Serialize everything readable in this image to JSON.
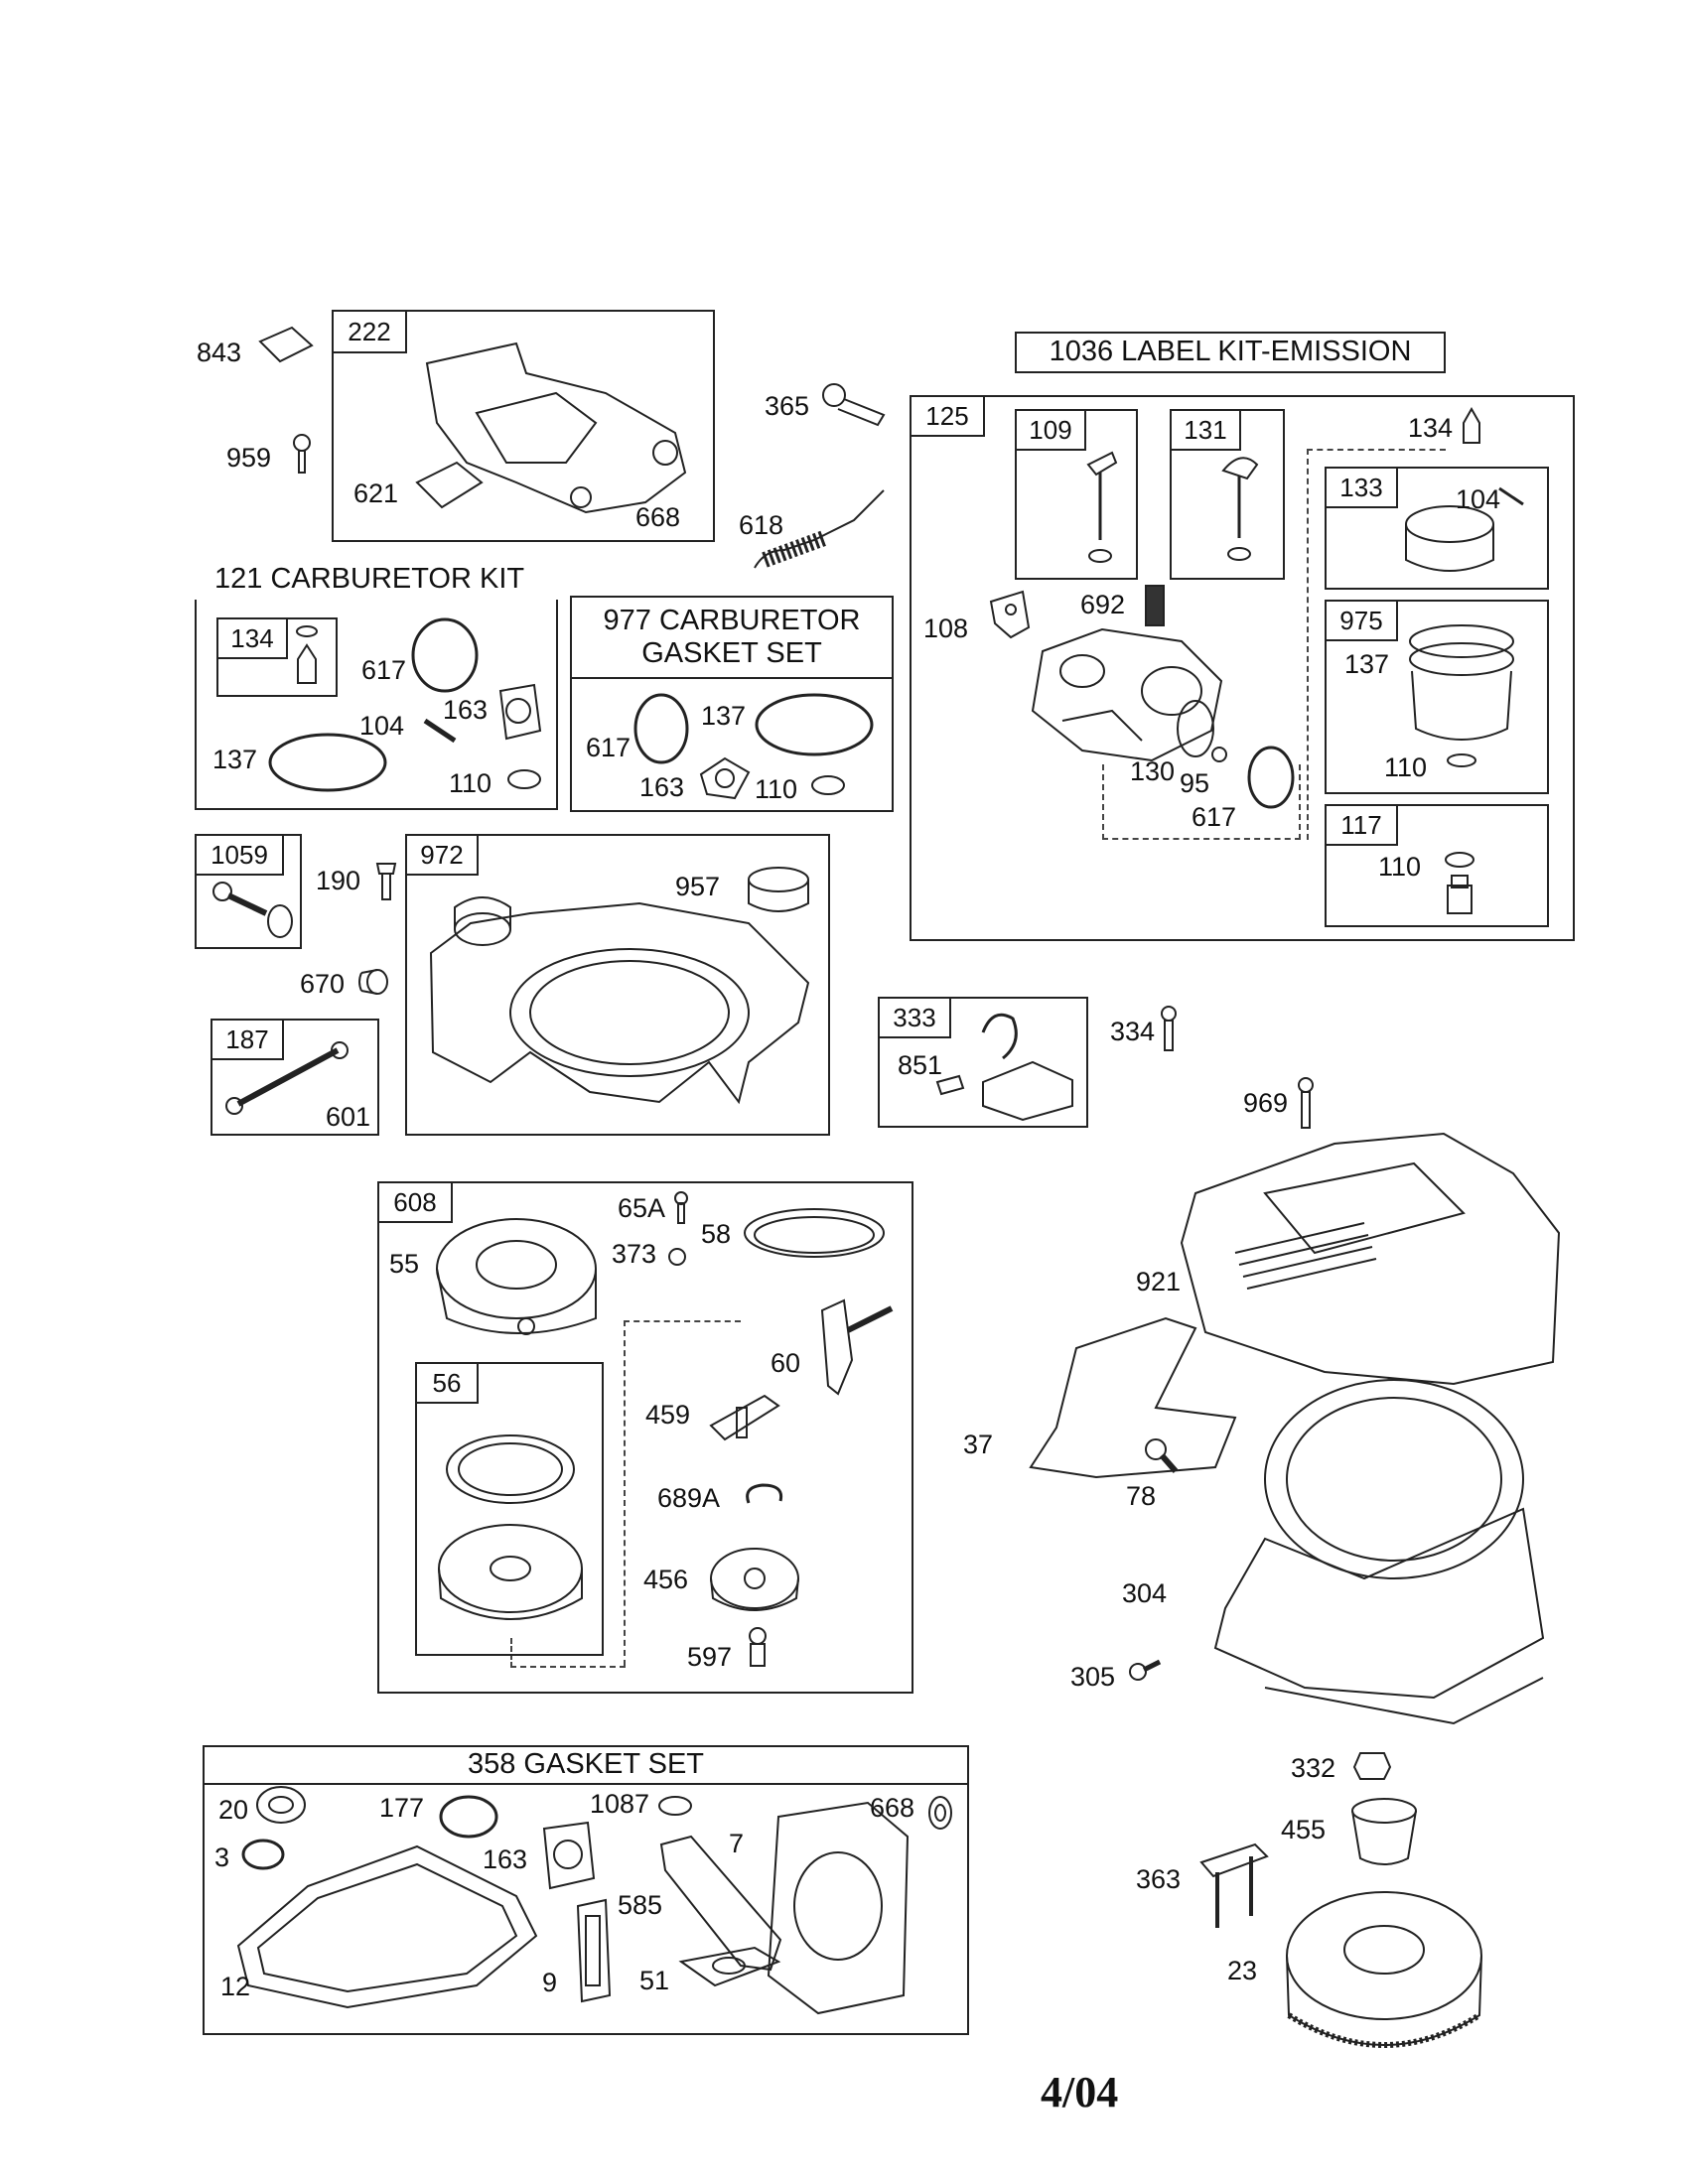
{
  "kits": {
    "label_kit": "1036 LABEL KIT-EMISSION",
    "carb_kit": "121 CARBURETOR KIT",
    "gasket_set_carb_line1": "977 CARBURETOR",
    "gasket_set_carb_line2": "GASKET SET",
    "gasket_set": "358 GASKET SET"
  },
  "box_tags": {
    "b222": "222",
    "b125": "125",
    "b109": "109",
    "b131": "131",
    "b133": "133",
    "b975": "975",
    "b117": "117",
    "b134": "134",
    "b1059": "1059",
    "b972": "972",
    "b187": "187",
    "b333": "333",
    "b608": "608",
    "b56": "56"
  },
  "callouts": {
    "c843": "843",
    "c959": "959",
    "c621": "621",
    "c668": "668",
    "c365": "365",
    "c618": "618",
    "c134": "134",
    "c104": "104",
    "c692": "692",
    "c108": "108",
    "c137": "137",
    "c110": "110",
    "c130": "130",
    "c95": "95",
    "c617": "617",
    "c617b": "617",
    "c163": "163",
    "c104b": "104",
    "c137b": "137",
    "c110b": "110",
    "c617c": "617",
    "c137c": "137",
    "c163c": "163",
    "c110c": "110",
    "c190": "190",
    "c957": "957",
    "c670": "670",
    "c601": "601",
    "c851": "851",
    "c334": "334",
    "c969": "969",
    "c921": "921",
    "c65A": "65A",
    "c58": "58",
    "c373": "373",
    "c55": "55",
    "c60": "60",
    "c459": "459",
    "c37": "37",
    "c78": "78",
    "c689A": "689A",
    "c456": "456",
    "c304": "304",
    "c597": "597",
    "c305": "305",
    "c110d": "110",
    "c332": "332",
    "c20": "20",
    "c177": "177",
    "c1087": "1087",
    "c668b": "668",
    "c7": "7",
    "c3": "3",
    "c163d": "163",
    "c455": "455",
    "c585": "585",
    "c363": "363",
    "c12": "12",
    "c9": "9",
    "c51": "51",
    "c23": "23"
  },
  "footer": {
    "page": "4/04"
  }
}
